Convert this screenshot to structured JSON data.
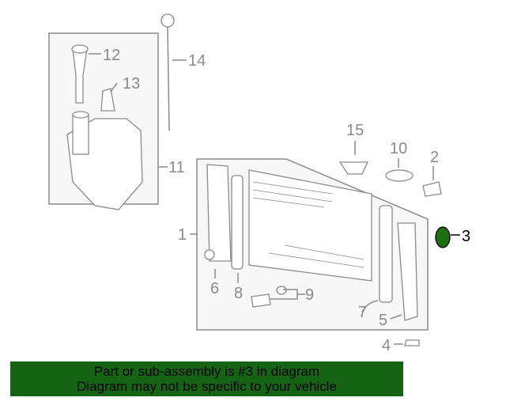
{
  "diagram": {
    "callouts": {
      "c1": "1",
      "c2": "2",
      "c3": "3",
      "c4": "4",
      "c5": "5",
      "c6": "6",
      "c7": "7",
      "c8": "8",
      "c9": "9",
      "c10": "10",
      "c11": "11",
      "c12": "12",
      "c13": "13",
      "c14": "14",
      "c15": "15"
    },
    "highlight_color": "#1e6e14"
  },
  "banner": {
    "line1": "Part or sub-assembly is #3 in diagram",
    "line2": "Diagram may not be specific to your vehicle",
    "color": "#146414"
  }
}
